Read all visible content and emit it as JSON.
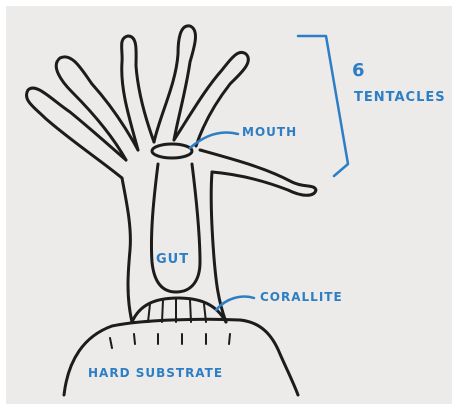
{
  "labels": {
    "count": "6",
    "tentacles": "TENTACLES",
    "mouth": "MOUTH",
    "gut": "GUT",
    "corallite": "CORALLITE",
    "substrate": "HARD SUBSTRATE"
  },
  "colors": {
    "background": "#ffffff",
    "paper": "#ecebe9",
    "ink": "#1c1c1c",
    "label_ink": "#2d7ec4"
  }
}
